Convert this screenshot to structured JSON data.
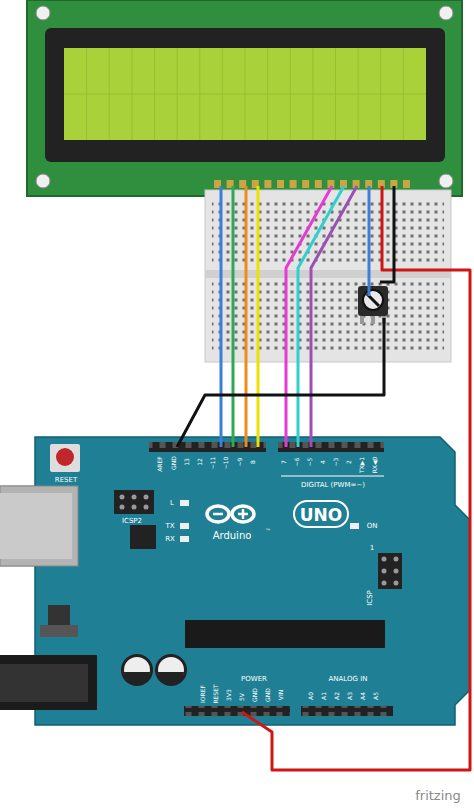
{
  "diagram": {
    "labels": [
      "RESET",
      "ICSP2",
      "AREF",
      "GND",
      "13",
      "12",
      "~11",
      "~10",
      "~9",
      "8",
      "7",
      "~6",
      "~5",
      "4",
      "~3",
      "2",
      "TX▶1",
      "RX◀0",
      "DIGITAL (PWM=~)",
      "L",
      "TX",
      "RX",
      "UNO",
      "Arduino",
      "ON",
      "ICSP",
      "1",
      "IOREF",
      "RESET",
      "3V3",
      "5V",
      "GND",
      "GND",
      "VIN",
      "POWER",
      "ANALOG IN",
      "A0",
      "A1",
      "A2",
      "A3",
      "A4",
      "A5",
      "fritzing",
      "™"
    ]
  }
}
